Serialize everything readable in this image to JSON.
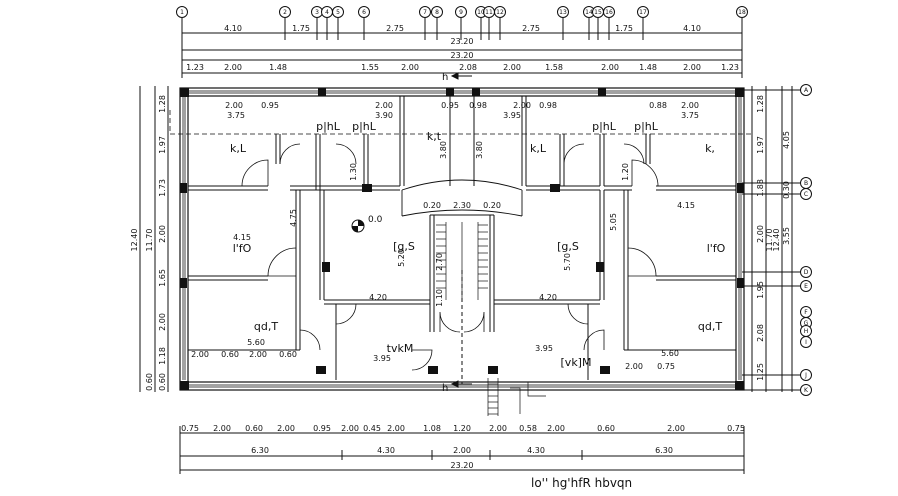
{
  "plan": {
    "caption": "lo'' hg'hfR hbvqn",
    "elevation_label": "0.0",
    "section_marks": [
      "h",
      "h"
    ],
    "axis_top": [
      "1",
      "2",
      "3",
      "4",
      "5",
      "6",
      "7",
      "8",
      "9",
      "10",
      "11",
      "12",
      "13",
      "14",
      "15",
      "16",
      "17",
      "18"
    ],
    "axis_right": [
      "A",
      "B",
      "C",
      "D",
      "E",
      "F",
      "G",
      "H",
      "I",
      "J",
      "K"
    ],
    "rooms": [
      {
        "id": "kl-left",
        "text": "k,L"
      },
      {
        "id": "phl-1",
        "text": "p|hL"
      },
      {
        "id": "phl-2",
        "text": "p|hL"
      },
      {
        "id": "kt-center",
        "text": "k,t"
      },
      {
        "id": "kl-right",
        "text": "k,L"
      },
      {
        "id": "phl-3",
        "text": "p|hL"
      },
      {
        "id": "phl-4",
        "text": "p|hL"
      },
      {
        "id": "kl-far-right",
        "text": "k,"
      },
      {
        "id": "lfo-left",
        "text": "l'fO"
      },
      {
        "id": "gs-left",
        "text": "[g,S"
      },
      {
        "id": "gs-right",
        "text": "[g,S"
      },
      {
        "id": "lfo-right",
        "text": "l'fO"
      },
      {
        "id": "qdt-left",
        "text": "qd,T"
      },
      {
        "id": "qd-right",
        "text": "qd,T"
      },
      {
        "id": "tvm",
        "text": "tvkM"
      },
      {
        "id": "vkm",
        "text": "[vk]M"
      }
    ],
    "dims_top": [
      {
        "id": "r1a",
        "text": "4.10"
      },
      {
        "id": "r1b",
        "text": "1.75"
      },
      {
        "id": "r1c",
        "text": "2.75"
      },
      {
        "id": "r1d",
        "text": "2.75"
      },
      {
        "id": "r1e",
        "text": "1.75"
      },
      {
        "id": "r1f",
        "text": "4.10"
      },
      {
        "id": "r2",
        "text": "23.20"
      },
      {
        "id": "r3",
        "text": "23.20"
      },
      {
        "id": "r4a",
        "text": "1.23"
      },
      {
        "id": "r4b",
        "text": "2.00"
      },
      {
        "id": "r4c",
        "text": "1.48"
      },
      {
        "id": "r4d",
        "text": "1.55"
      },
      {
        "id": "r4e",
        "text": "2.00"
      },
      {
        "id": "r4f",
        "text": "2.08"
      },
      {
        "id": "r4g",
        "text": "2.00"
      },
      {
        "id": "r4h",
        "text": "1.58"
      },
      {
        "id": "r4i",
        "text": "2.00"
      },
      {
        "id": "r4j",
        "text": "1.48"
      },
      {
        "id": "r4k",
        "text": "2.00"
      },
      {
        "id": "r4l",
        "text": "1.23"
      }
    ],
    "dims_bottom": [
      {
        "id": "b1a",
        "text": "0.75"
      },
      {
        "id": "b1b",
        "text": "2.00"
      },
      {
        "id": "b1c",
        "text": "0.60"
      },
      {
        "id": "b1d",
        "text": "2.00"
      },
      {
        "id": "b1e",
        "text": "0.95"
      },
      {
        "id": "b1f",
        "text": "2.00"
      },
      {
        "id": "b1g",
        "text": "0.45"
      },
      {
        "id": "b1h",
        "text": "2.00"
      },
      {
        "id": "b1i",
        "text": "1.08"
      },
      {
        "id": "b1j",
        "text": "1.20"
      },
      {
        "id": "b1k",
        "text": "2.00"
      },
      {
        "id": "b1l",
        "text": "0.58"
      },
      {
        "id": "b1m",
        "text": "2.00"
      },
      {
        "id": "b1n",
        "text": "0.60"
      },
      {
        "id": "b1o",
        "text": "2.00"
      },
      {
        "id": "b1p",
        "text": "0.75"
      },
      {
        "id": "b2a",
        "text": "6.30"
      },
      {
        "id": "b2b",
        "text": "4.30"
      },
      {
        "id": "b2c",
        "text": "2.00"
      },
      {
        "id": "b2d",
        "text": "4.30"
      },
      {
        "id": "b2e",
        "text": "6.30"
      },
      {
        "id": "b3",
        "text": "23.20"
      }
    ],
    "dims_left": [
      {
        "id": "l1",
        "text": "12.40"
      },
      {
        "id": "l2",
        "text": "11.70"
      },
      {
        "id": "l3a",
        "text": "1.28"
      },
      {
        "id": "l3b",
        "text": "1.97"
      },
      {
        "id": "l3c",
        "text": "1.73"
      },
      {
        "id": "l3d",
        "text": "2.00"
      },
      {
        "id": "l3e",
        "text": "1.65"
      },
      {
        "id": "l3f",
        "text": "2.00"
      },
      {
        "id": "l3g",
        "text": "1.18"
      },
      {
        "id": "l3h",
        "text": "0.60"
      },
      {
        "id": "l3i",
        "text": "0.60"
      }
    ],
    "dims_right": [
      {
        "id": "q1a",
        "text": "1.28"
      },
      {
        "id": "q1b",
        "text": "1.97"
      },
      {
        "id": "q1c",
        "text": "1.88"
      },
      {
        "id": "q1d",
        "text": "2.00"
      },
      {
        "id": "q1e",
        "text": "1.95"
      },
      {
        "id": "q1f",
        "text": "2.08"
      },
      {
        "id": "q1g",
        "text": "1.25"
      },
      {
        "id": "q2a",
        "text": "4.05"
      },
      {
        "id": "q2b",
        "text": "0.30"
      },
      {
        "id": "q2c",
        "text": "3.55"
      },
      {
        "id": "q3a",
        "text": "12.40"
      },
      {
        "id": "q3b",
        "text": "11.70"
      }
    ],
    "dims_inner": [
      {
        "id": "i1",
        "text": "2.00"
      },
      {
        "id": "i2",
        "text": "0.95"
      },
      {
        "id": "i3",
        "text": "2.00"
      },
      {
        "id": "i4",
        "text": "0.95"
      },
      {
        "id": "i5",
        "text": "0.98"
      },
      {
        "id": "i6",
        "text": "2.00"
      },
      {
        "id": "i7",
        "text": "0.98"
      },
      {
        "id": "i8",
        "text": "0.88"
      },
      {
        "id": "i9",
        "text": "2.00"
      },
      {
        "id": "i10",
        "text": "3.75"
      },
      {
        "id": "i11",
        "text": "3.90"
      },
      {
        "id": "i12",
        "text": "3.95"
      },
      {
        "id": "i13",
        "text": "3.75"
      },
      {
        "id": "i14",
        "text": "4.15"
      },
      {
        "id": "i15",
        "text": "4.15"
      },
      {
        "id": "i16",
        "text": "4.20"
      },
      {
        "id": "i17",
        "text": "4.20"
      },
      {
        "id": "i18",
        "text": "5.60"
      },
      {
        "id": "i19",
        "text": "5.60"
      },
      {
        "id": "i20",
        "text": "2.00"
      },
      {
        "id": "i21",
        "text": "0.60"
      },
      {
        "id": "i22",
        "text": "2.00"
      },
      {
        "id": "i23",
        "text": "0.60"
      },
      {
        "id": "i24",
        "text": "2.00"
      },
      {
        "id": "i25",
        "text": "0.75"
      },
      {
        "id": "i26",
        "text": "3.95"
      },
      {
        "id": "i27",
        "text": "3.95"
      },
      {
        "id": "i28",
        "text": "2.30"
      },
      {
        "id": "i29",
        "text": "0.20"
      },
      {
        "id": "i30",
        "text": "0.20"
      },
      {
        "id": "i31",
        "text": "5.20"
      },
      {
        "id": "i32",
        "text": "5.70"
      },
      {
        "id": "i33",
        "text": "4.75"
      },
      {
        "id": "i34",
        "text": "5.05"
      },
      {
        "id": "i35",
        "text": "3.80"
      },
      {
        "id": "i36",
        "text": "3.80"
      },
      {
        "id": "i37",
        "text": "1.30"
      },
      {
        "id": "i38",
        "text": "1.20"
      },
      {
        "id": "i39",
        "text": "2.70"
      },
      {
        "id": "i40",
        "text": "1.10"
      }
    ]
  }
}
